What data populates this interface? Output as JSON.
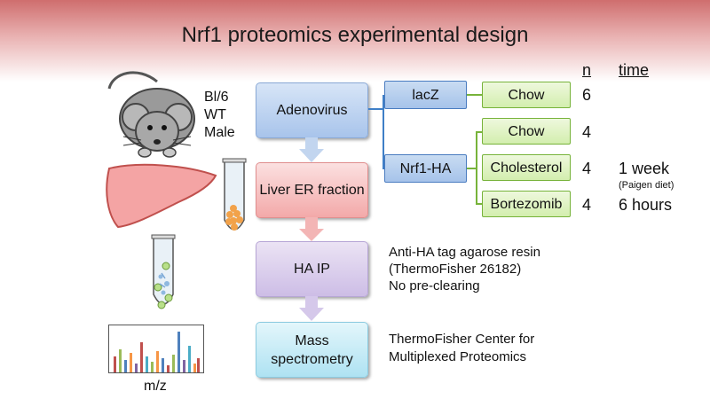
{
  "title": "Nrf1 proteomics experimental design",
  "mouse_label": [
    "Bl/6",
    "WT",
    "Male"
  ],
  "axis_label": "m/z",
  "main_flow": {
    "adenovirus": "Adenovirus",
    "liver_er": "Liver ER fraction",
    "ha_ip": "HA IP",
    "mass_spec": "Mass spectrometry"
  },
  "vectors": {
    "lacz": "lacZ",
    "nrf1_ha": "Nrf1-HA"
  },
  "diets": {
    "chow_lacz": "Chow",
    "chow_nrf1": "Chow",
    "cholesterol": "Cholesterol",
    "bortezomib": "Bortezomib"
  },
  "headers": {
    "n": "n",
    "time": "time"
  },
  "n_values": {
    "chow_lacz": "6",
    "chow_nrf1": "4",
    "cholesterol": "4",
    "bortezomib": "4"
  },
  "times": {
    "cholesterol": "1 week",
    "cholesterol_note": "(Paigen diet)",
    "bortezomib": "6 hours"
  },
  "notes": {
    "ha_ip": [
      "Anti-HA tag agarose resin",
      "(ThermoFisher 26182)",
      "No pre-clearing"
    ],
    "mass_spec": [
      "ThermoFisher Center for",
      "Multiplexed Proteomics"
    ]
  },
  "colors": {
    "vector_border": "#4a7cc0",
    "diet_border": "#77b33a",
    "liver": "#f4a4a4",
    "banner": "#cf6e6e"
  }
}
